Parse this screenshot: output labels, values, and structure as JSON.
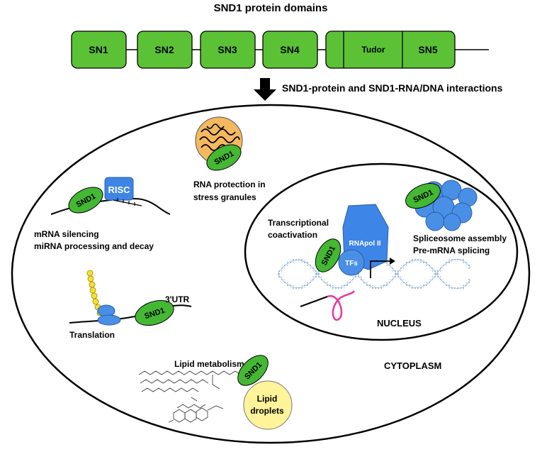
{
  "title": "SND1 protein domains",
  "domains": [
    "SN1",
    "SN2",
    "SN3",
    "SN4",
    "Tudor",
    "SN5"
  ],
  "interactions_label": "SND1-protein and SND1-RNA/DNA interactions",
  "snd1_label": "SND1",
  "risc_label": "RISC",
  "rna_protection": [
    "RNA protection in",
    "stress granules"
  ],
  "mrna_silencing": [
    "mRNA silencing",
    "miRNA processing and decay"
  ],
  "transcriptional": [
    "Transcriptional",
    "coactivation"
  ],
  "rnapol_label": "RNApol II",
  "tfs_label": "TFs",
  "spliceosome": [
    "Spliceosome assembly",
    "Pre-mRNA splicing"
  ],
  "utr_label": "3'UTR",
  "translation_label": "Translation",
  "nucleus_label": "NUCLEUS",
  "lipid_metabolism_label": "Lipid metabolism",
  "lipid_droplets": [
    "Lipid",
    "droplets"
  ],
  "cytoplasm_label": "CYTOPLASM",
  "colors": {
    "domain_green": "#5bc236",
    "snd1_green": "#44b833",
    "risc_blue": "#3d85e6",
    "ribosome_blue": "#4a8fe6",
    "granule_orange": "#f4b860",
    "droplet_yellow": "#fff49a",
    "bead_yellow": "#f5e12e",
    "mrna_pink": "#e8379c",
    "dna_blue": "#9ab5d8"
  }
}
